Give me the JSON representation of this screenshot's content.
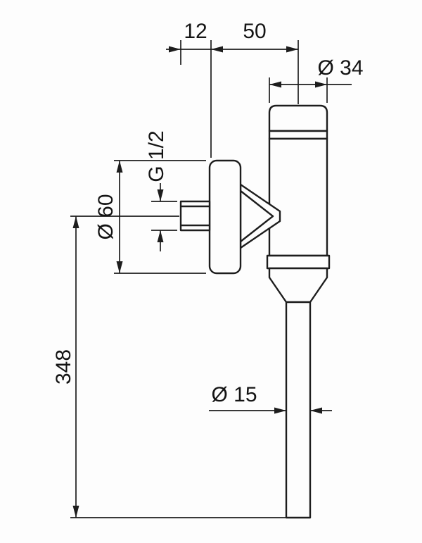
{
  "colors": {
    "line": "#1d1d1d",
    "background": "#fdfdfd"
  },
  "drawing": {
    "labels": {
      "dim_12": "12",
      "dim_50": "50",
      "dim_d34": "Ø 34",
      "dim_g12": "G 1/2",
      "dim_d60": "Ø 60",
      "dim_348": "348",
      "dim_d15": "Ø 15"
    }
  }
}
